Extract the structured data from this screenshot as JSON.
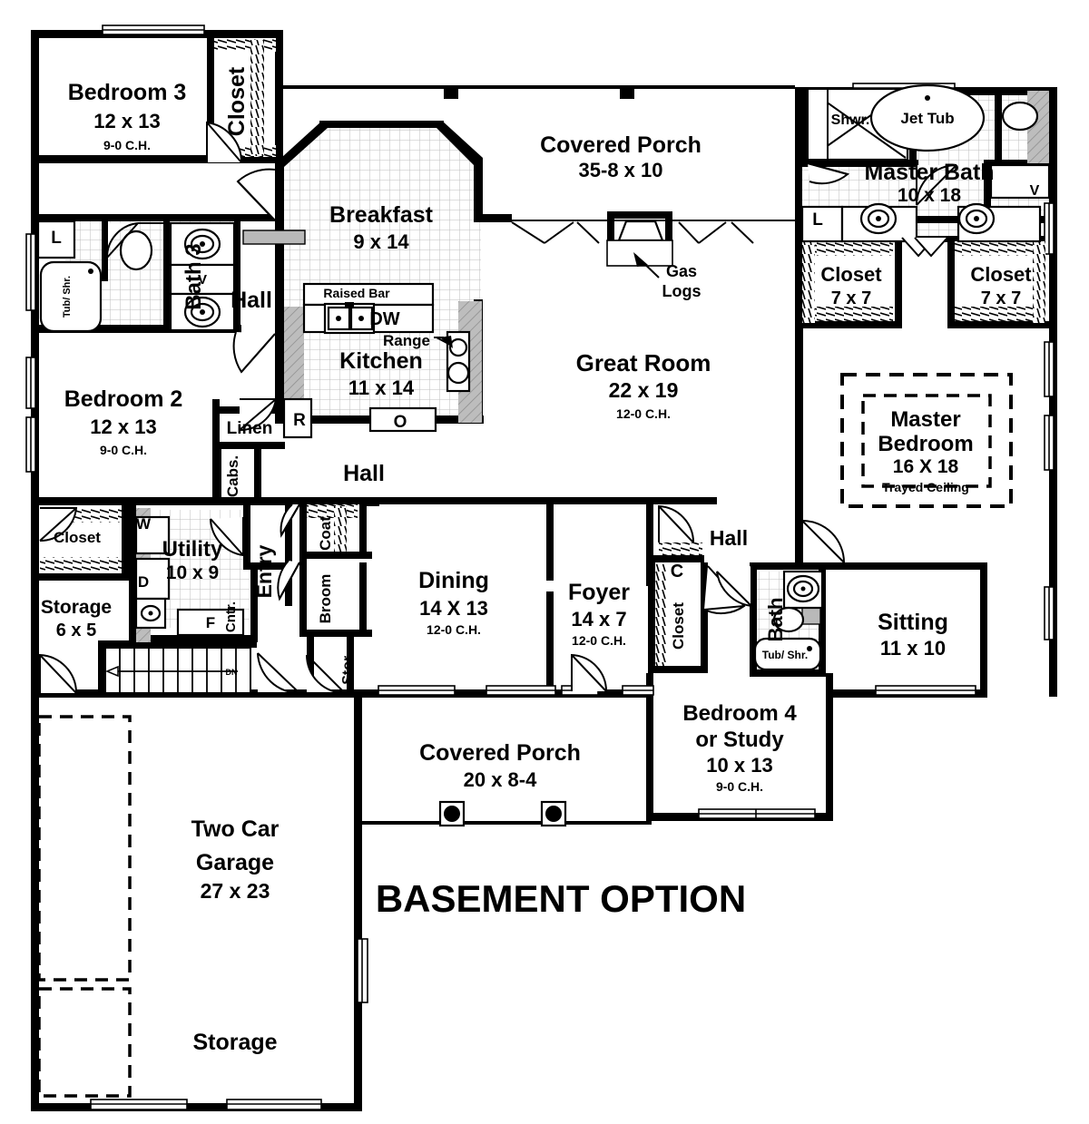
{
  "plan": {
    "title": "BASEMENT OPTION",
    "rooms": [
      {
        "id": "bedroom3",
        "name": "Bedroom 3",
        "dim": "12 x 13",
        "ch": "9-0 C.H."
      },
      {
        "id": "bedroom2",
        "name": "Bedroom 2",
        "dim": "12 x 13",
        "ch": "9-0 C.H."
      },
      {
        "id": "bath3",
        "name": "Bath 3",
        "dim": "",
        "ch": ""
      },
      {
        "id": "hall_upper",
        "name": "Hall",
        "dim": "",
        "ch": ""
      },
      {
        "id": "hall_mid",
        "name": "Hall",
        "dim": "",
        "ch": ""
      },
      {
        "id": "hall_right",
        "name": "Hall",
        "dim": "",
        "ch": ""
      },
      {
        "id": "breakfast",
        "name": "Breakfast",
        "dim": "9 x 14",
        "ch": ""
      },
      {
        "id": "kitchen",
        "name": "Kitchen",
        "dim": "11 x 14",
        "ch": ""
      },
      {
        "id": "covered_porch_rear",
        "name": "Covered Porch",
        "dim": "35-8 x 10",
        "ch": ""
      },
      {
        "id": "great_room",
        "name": "Great Room",
        "dim": "22 x 19",
        "ch": "12-0 C.H."
      },
      {
        "id": "master_bath",
        "name": "Master Bath",
        "dim": "10 x 18",
        "ch": ""
      },
      {
        "id": "master_bedroom",
        "name": "Master Bedroom",
        "dim": "16  X 18",
        "ch": "Trayed Ceiling"
      },
      {
        "id": "closet_left_master",
        "name": "Closet",
        "dim": "7 x 7",
        "ch": ""
      },
      {
        "id": "closet_right_master",
        "name": "Closet",
        "dim": "7 x 7",
        "ch": ""
      },
      {
        "id": "closet_bed3",
        "name": "Closet",
        "dim": "",
        "ch": ""
      },
      {
        "id": "closet_bed2",
        "name": "Closet",
        "dim": "",
        "ch": ""
      },
      {
        "id": "storage_small",
        "name": "Storage",
        "dim": "6 x 5",
        "ch": ""
      },
      {
        "id": "utility",
        "name": "Utility",
        "dim": "10 x 9",
        "ch": ""
      },
      {
        "id": "entry",
        "name": "Entry",
        "dim": "",
        "ch": ""
      },
      {
        "id": "dining",
        "name": "Dining",
        "dim": "14 X 13",
        "ch": "12-0 C.H."
      },
      {
        "id": "foyer",
        "name": "Foyer",
        "dim": "14 x 7",
        "ch": "12-0 C.H."
      },
      {
        "id": "sitting",
        "name": "Sitting",
        "dim": "11 x 10",
        "ch": ""
      },
      {
        "id": "bath_4",
        "name": "Bath",
        "dim": "",
        "ch": ""
      },
      {
        "id": "bedroom4",
        "name": "Bedroom 4 or Study",
        "dim": "10 x 13",
        "ch": "9-0 C.H."
      },
      {
        "id": "covered_porch_front",
        "name": "Covered Porch",
        "dim": "20 x 8-4",
        "ch": ""
      },
      {
        "id": "two_car_garage",
        "name": "Two Car Garage",
        "dim": "27 x 23",
        "ch": ""
      },
      {
        "id": "storage_garage",
        "name": "Storage",
        "dim": "",
        "ch": ""
      }
    ],
    "labels": {
      "bedroom3_name": "Bedroom 3",
      "bedroom3_dim": "12 x 13",
      "bedroom3_ch": "9-0 C.H.",
      "bedroom2_name": "Bedroom 2",
      "bedroom2_dim": "12 x 13",
      "bedroom2_ch": "9-0 C.H.",
      "closet_bed3": "Closet",
      "closet_bed2": "Closet",
      "bath3": "Bath 3",
      "tub_shr_bath3": "Tub/ Shr.",
      "linen_closet": "L",
      "vanity_v": "V",
      "hall_upper": "Hall",
      "hall_mid": "Hall",
      "hall_right": "Hall",
      "linen": "Linen",
      "cabs": "Cabs.",
      "r_refrigerator": "R",
      "o_oven": "O",
      "breakfast_name": "Breakfast",
      "breakfast_dim": "9 x 14",
      "kitchen_name": "Kitchen",
      "kitchen_dim": "11 x 14",
      "raised_bar": "Raised Bar",
      "dishwasher": "DW",
      "range": "Range",
      "porch_rear_name": "Covered Porch",
      "porch_rear_dim": "35-8 x 10",
      "gas_logs": "Gas\nLogs",
      "gas_logs_1": "Gas",
      "gas_logs_2": "Logs",
      "great_room_name": "Great Room",
      "great_room_dim": "22 x 19",
      "great_room_ch": "12-0 C.H.",
      "shower": "Shwr.",
      "jet_tub": "Jet Tub",
      "master_bath_name": "Master Bath",
      "master_bath_dim": "10 x 18",
      "mb_linen": "L",
      "mb_v": "V",
      "closet_l": "Closet",
      "closet_l_dim": "7 x 7",
      "closet_r": "Closet",
      "closet_r_dim": "7 x 7",
      "master_bedroom_1": "Master",
      "master_bedroom_2": "Bedroom",
      "master_bedroom_dim": "16  X 18",
      "master_bedroom_ch": "Trayed Ceiling",
      "storage_small_name": "Storage",
      "storage_small_dim": "6 x 5",
      "closet_utility": "Closet",
      "utility_name": "Utility",
      "utility_dim": "10 x 9",
      "washer": "W",
      "dryer": "D",
      "furnace": "F",
      "counter": "Cntr.",
      "entry": "Entry",
      "coat": "Coat",
      "broom": "Broom",
      "stor": "Stor.",
      "down_arrow": "DN",
      "dining_name": "Dining",
      "dining_dim": "14 X 13",
      "dining_ch": "12-0 C.H.",
      "foyer_name": "Foyer",
      "foyer_dim": "14 x 7",
      "foyer_ch": "12-0 C.H.",
      "c_closet": "C",
      "closet_bed4": "Closet",
      "bath4": "Bath",
      "tub_shr_bath4": "Tub/ Shr.",
      "sitting_name": "Sitting",
      "sitting_dim": "11 x 10",
      "bedroom4_1": "Bedroom 4",
      "bedroom4_2": "or Study",
      "bedroom4_dim": "10 x 13",
      "bedroom4_ch": "9-0 C.H.",
      "porch_front_name": "Covered Porch",
      "porch_front_dim": "20 x 8-4",
      "garage_1": "Two Car",
      "garage_2": "Garage",
      "garage_dim": "27 x 23",
      "storage_garage": "Storage",
      "basement_option": "BASEMENT OPTION"
    },
    "colors": {
      "wall": "#000000",
      "background": "#ffffff",
      "tile": "#cccccc",
      "counter_gray": "#b9b9b9"
    }
  }
}
